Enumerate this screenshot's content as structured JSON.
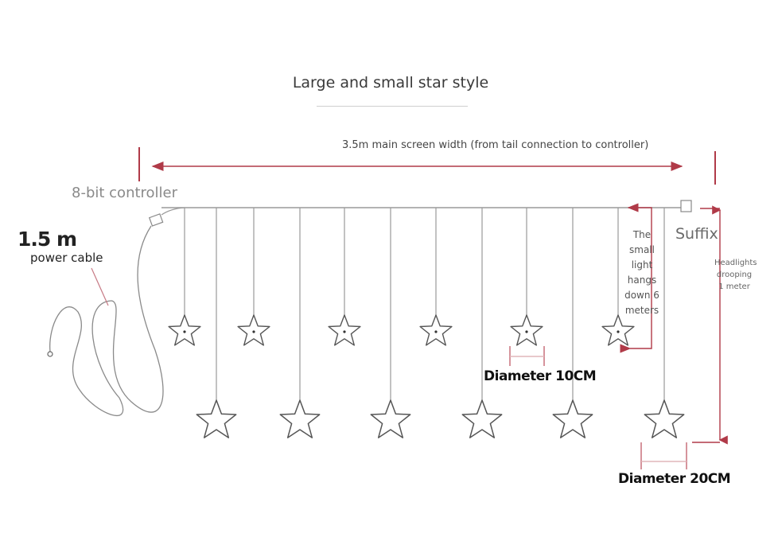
{
  "title": "Large and small star style",
  "labels": {
    "main_width": "3.5m main screen width (from tail connection to controller)",
    "controller": "8-bit controller",
    "cable_length": "1.5 m",
    "cable_name": "power cable",
    "suffix": "Suffix",
    "small_light_hang": "The small light hangs down 6 meters",
    "headlights_droop": "Headlights drooping 1 meter",
    "small_diameter": "Diameter 10CM",
    "large_diameter": "Diameter 20CM"
  },
  "colors": {
    "dimension_line": "#b03a48",
    "wire": "#9a9a9a",
    "star_outline": "#555555"
  },
  "strands": {
    "small_star_count": 6,
    "large_star_count": 6
  }
}
